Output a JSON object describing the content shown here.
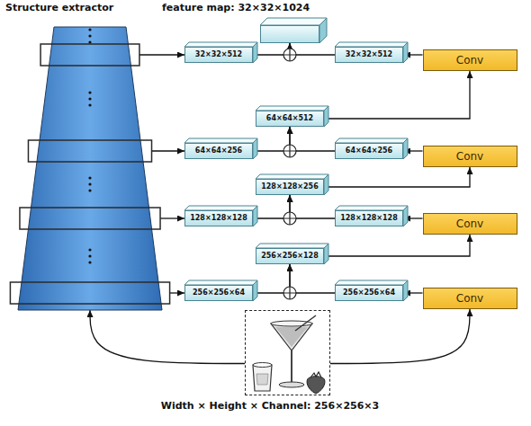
{
  "diagram": {
    "nodes": [
      {
        "text": [
          "Structure extractor"
        ]
      },
      {
        "text": [
          "feature map: 32×32×1024"
        ]
      },
      {
        "text": [
          "32×32×512"
        ]
      },
      {
        "text": [
          "32×32×512"
        ]
      },
      {
        "text": [
          "Conv"
        ]
      },
      {
        "text": [
          "64×64×512"
        ]
      },
      {
        "text": [
          "64×64×256"
        ]
      },
      {
        "text": [
          "64×64×256"
        ]
      },
      {
        "text": [
          "Conv"
        ]
      },
      {
        "text": [
          "128×128×256"
        ]
      },
      {
        "text": [
          "128×128×128"
        ]
      },
      {
        "text": [
          "128×128×128"
        ]
      },
      {
        "text": [
          "Conv"
        ]
      },
      {
        "text": [
          "256×256×128"
        ]
      },
      {
        "text": [
          "256×256×64"
        ]
      },
      {
        "text": [
          "256×256×64"
        ]
      },
      {
        "text": [
          "Conv"
        ]
      },
      {
        "text": [
          "Width × Height × Channel: 256×256×3"
        ]
      }
    ],
    "edges": [
      {
        "from": 0,
        "to": 2,
        "arrow": "to"
      },
      {
        "from": 0,
        "to": 6,
        "arrow": "to"
      },
      {
        "from": 0,
        "to": 10,
        "arrow": "to"
      },
      {
        "from": 0,
        "to": 14,
        "arrow": "to"
      },
      {
        "from": 2,
        "to": 1,
        "arrow": "to"
      },
      {
        "from": 3,
        "to": 1,
        "arrow": "to"
      },
      {
        "from": 4,
        "to": 3,
        "arrow": "to"
      },
      {
        "from": 5,
        "to": 4,
        "arrow": "to"
      },
      {
        "from": 6,
        "to": 5,
        "arrow": "to"
      },
      {
        "from": 7,
        "to": 5,
        "arrow": "to"
      },
      {
        "from": 8,
        "to": 7,
        "arrow": "to"
      },
      {
        "from": 9,
        "to": 8,
        "arrow": "to"
      },
      {
        "from": 10,
        "to": 9,
        "arrow": "to"
      },
      {
        "from": 11,
        "to": 9,
        "arrow": "to"
      },
      {
        "from": 12,
        "to": 11,
        "arrow": "to"
      },
      {
        "from": 13,
        "to": 12,
        "arrow": "to"
      },
      {
        "from": 14,
        "to": 13,
        "arrow": "to"
      },
      {
        "from": 15,
        "to": 13,
        "arrow": "to"
      },
      {
        "from": 16,
        "to": 15,
        "arrow": "to"
      },
      {
        "from": 17,
        "to": 0,
        "arrow": "to"
      },
      {
        "from": 17,
        "to": 16,
        "arrow": "to"
      }
    ]
  }
}
